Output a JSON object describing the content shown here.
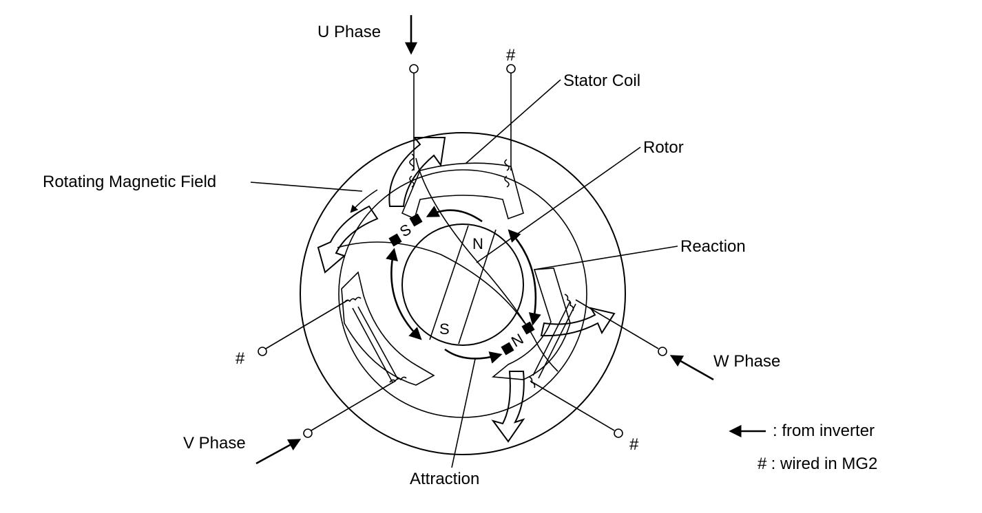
{
  "labels": {
    "u_phase": "U Phase",
    "v_phase": "V Phase",
    "w_phase": "W Phase",
    "stator_coil": "Stator Coil",
    "rotor": "Rotor",
    "rotating_field": "Rotating Magnetic Field",
    "reaction": "Reaction",
    "attraction": "Attraction",
    "hash_top": "#",
    "hash_left": "#",
    "hash_bottom": "#"
  },
  "poles": {
    "rotor_north": "N",
    "rotor_south": "S",
    "stator_south": "S",
    "stator_north": "N"
  },
  "legend": {
    "inverter_text": ": from inverter",
    "wired_symbol": "#",
    "wired_text": " : wired in MG2"
  }
}
